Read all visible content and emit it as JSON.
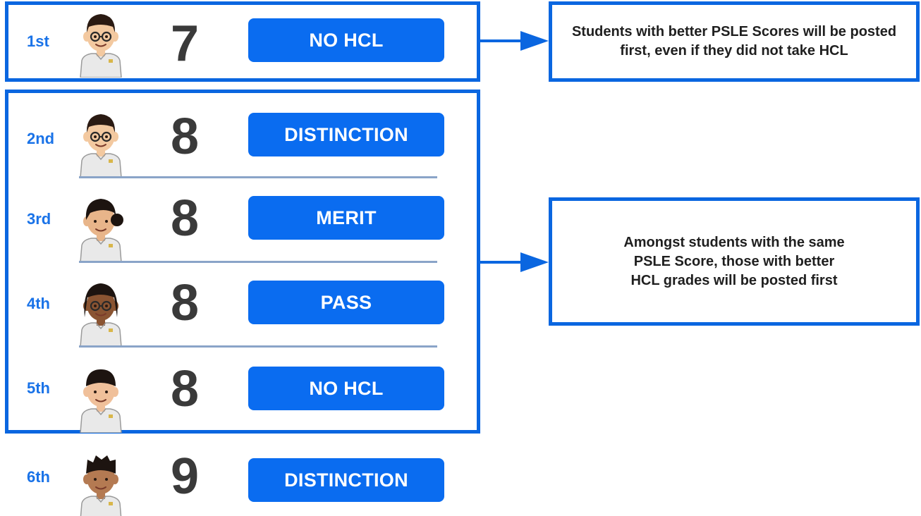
{
  "rows": [
    {
      "rank": "1st",
      "score": "7",
      "grade": "NO HCL",
      "skin": "#f3c9a0",
      "hair": "#2a1a12",
      "glasses": true,
      "style": "boy"
    },
    {
      "rank": "2nd",
      "score": "8",
      "grade": "DISTINCTION",
      "skin": "#f3c9a0",
      "hair": "#2a1a12",
      "glasses": true,
      "style": "boy"
    },
    {
      "rank": "3rd",
      "score": "8",
      "grade": "MERIT",
      "skin": "#e8b58a",
      "hair": "#1d1410",
      "glasses": false,
      "style": "girl-bun"
    },
    {
      "rank": "4th",
      "score": "8",
      "grade": "PASS",
      "skin": "#8a5432",
      "hair": "#1d1410",
      "glasses": true,
      "style": "girl"
    },
    {
      "rank": "5th",
      "score": "8",
      "grade": "NO HCL",
      "skin": "#f0c09a",
      "hair": "#1d1410",
      "glasses": false,
      "style": "bowl"
    },
    {
      "rank": "6th",
      "score": "9",
      "grade": "DISTINCTION",
      "skin": "#b47a52",
      "hair": "#1d1410",
      "glasses": false,
      "style": "spiky"
    }
  ],
  "notes": {
    "top": "Students with better PSLE Scores will be posted first, even if they did not take HCL",
    "middle": "Amongst students with the same PSLE Score, those with better HCL grades will be posted first"
  },
  "colors": {
    "accent": "#0a66e0",
    "button": "#0a6cf0",
    "rank_text": "#1a73e8",
    "score_text": "#3a3a3a",
    "divider": "#8aa4c8",
    "uniform": "#e9e9e9"
  }
}
